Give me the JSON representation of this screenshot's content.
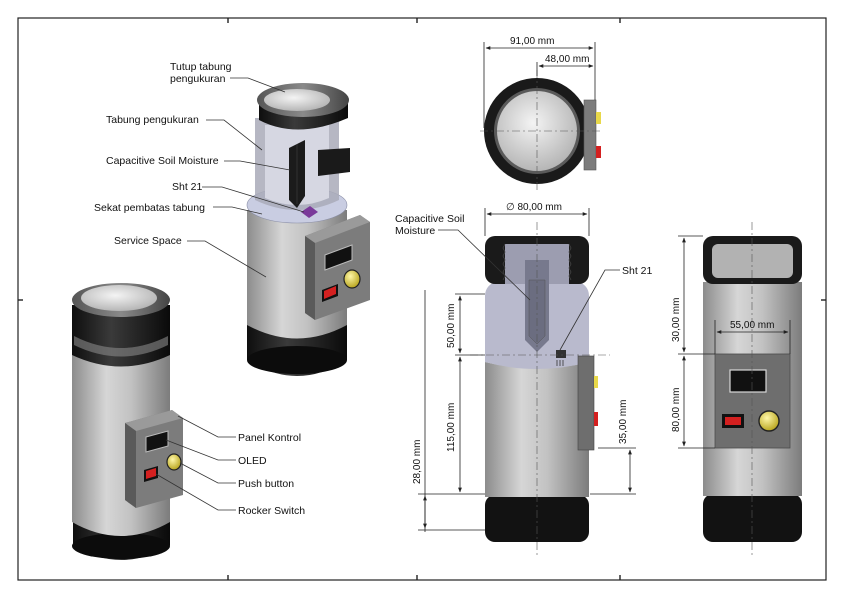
{
  "labels": {
    "tutup_1": "Tutup tabung",
    "tutup_2": "pengukuran",
    "tabung": "Tabung pengukuran",
    "capacitive_iso": "Capacitive Soil Moisture",
    "sht_iso": "Sht 21",
    "sekat": "Sekat pembatas tabung",
    "service": "Service Space",
    "panel": "Panel Kontrol",
    "oled": "OLED",
    "push": "Push button",
    "rocker": "Rocker Switch",
    "capacitive_sec_1": "Capacitive Soil",
    "capacitive_sec_2": "Moisture",
    "sht_sec": "Sht 21"
  },
  "dimensions": {
    "top_width": "91,00 mm",
    "top_offset": "48,00 mm",
    "diameter": "∅ 80,00  mm",
    "h_50": "50,00 mm",
    "h_115": "115,00 mm",
    "h_28": "28,00 mm",
    "h_35": "35,00 mm",
    "panel_width": "55,00 mm",
    "h_30": "30,00 mm",
    "h_80": "80,00 mm"
  },
  "colors": {
    "body_gray": "#b8b8b8",
    "cap_black": "#1c1c1c",
    "panel_gray": "#7a7a7a",
    "rocker_red": "#d42020",
    "button_yellow": "#e8d84a",
    "sensor_purple": "#7a3a9a"
  }
}
